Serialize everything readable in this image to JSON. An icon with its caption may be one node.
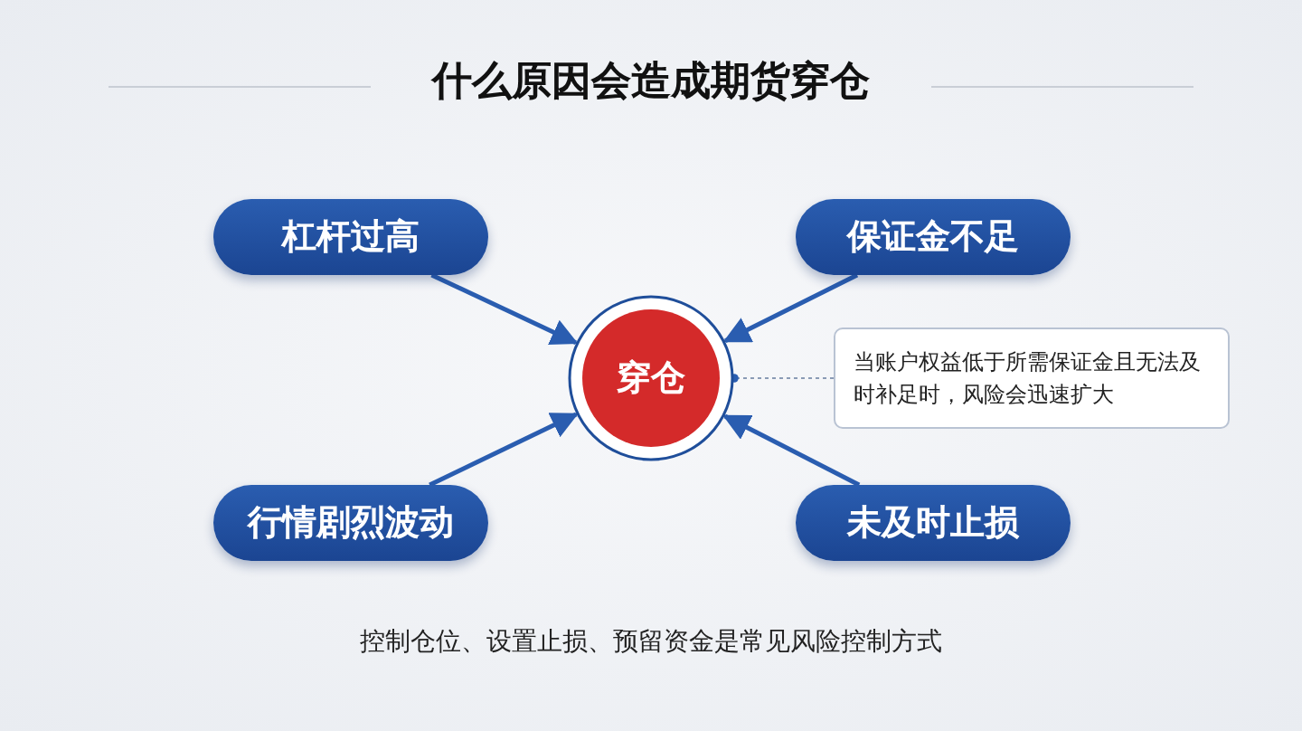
{
  "diagram": {
    "title": "什么原因会造成期货穿仓",
    "caption": "控制仓位、设置止损、预留资金是常见风险控制方式",
    "nodes": [
      {
        "text": [
          "杠杆过高"
        ]
      },
      {
        "text": [
          "保证金不足"
        ]
      },
      {
        "text": [
          "穿仓"
        ]
      },
      {
        "text": [
          "当账户权益低于所需保证金且无法及时补足时，风险会迅速扩大"
        ]
      },
      {
        "text": [
          "行情剧烈波动"
        ]
      },
      {
        "text": [
          "未及时止损"
        ]
      }
    ],
    "edges": [
      {
        "from": 0,
        "to": 2,
        "arrow": "to"
      },
      {
        "from": 1,
        "to": 2,
        "arrow": "to"
      },
      {
        "from": 3,
        "to": 2,
        "arrow": "other",
        "style": "dashed",
        "color": "#8a9bb5"
      },
      {
        "from": 4,
        "to": 2,
        "arrow": "to"
      },
      {
        "from": 5,
        "to": 2,
        "arrow": "to"
      }
    ]
  }
}
